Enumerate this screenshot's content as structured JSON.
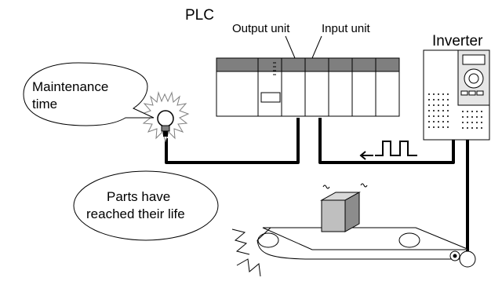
{
  "labels": {
    "plc": "PLC",
    "output_unit": "Output unit",
    "input_unit": "Input unit",
    "inverter": "Inverter"
  },
  "callouts": {
    "maintenance_line1": "Maintenance",
    "maintenance_line2": "time",
    "parts_line1": "Parts have",
    "parts_line2": "reached their life"
  },
  "colors": {
    "module_header": "#7f7f7f",
    "wire": "#000000",
    "module_fill": "#ffffff"
  },
  "icons": [
    "lamp-icon",
    "conveyor-icon",
    "box-icon",
    "pulse-signal-icon"
  ]
}
